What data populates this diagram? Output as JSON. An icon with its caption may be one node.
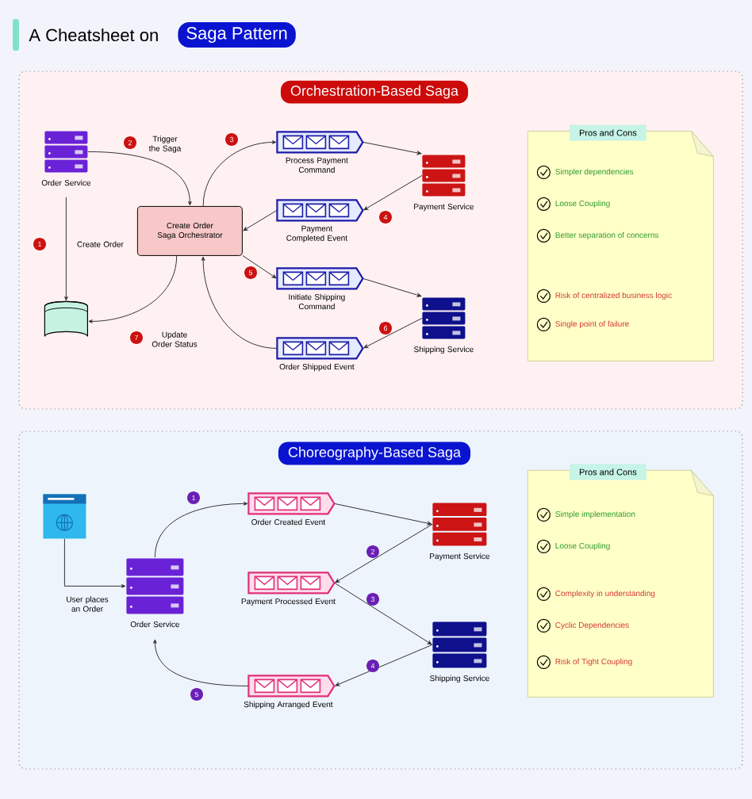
{
  "diagram": {
    "title": "A Cheatsheet on",
    "nodes": [
      {
        "text": [
          "Orchestration-Based Saga"
        ]
      },
      {
        "text": [
          "Order Service"
        ],
        "in": 0
      },
      {
        "text": [],
        "shape": "cylinder",
        "in": 0
      },
      {
        "text": [
          "Create Order Saga Orchestrator"
        ],
        "in": 0
      },
      {
        "text": [
          "Process Payment Command"
        ],
        "in": 0
      },
      {
        "text": [
          "Payment Service"
        ],
        "in": 0
      },
      {
        "text": [
          "Payment Completed Event"
        ],
        "in": 0
      },
      {
        "text": [
          "Initiate Shipping Command"
        ],
        "in": 0
      },
      {
        "text": [
          "Shipping Service"
        ],
        "in": 0
      },
      {
        "text": [
          "Order Shipped Event"
        ],
        "in": 0
      },
      {
        "text": [
          "Pros and Cons",
          "Simpler dependencies",
          "Loose Coupling",
          "Better separation of concerns",
          "Risk of centralized business logic",
          "Single point of failure"
        ],
        "in": 0
      },
      {
        "text": [
          "Choreography-Based Saga"
        ]
      },
      {
        "text": [],
        "shape": "window",
        "in": 11
      },
      {
        "text": [
          "Order Service"
        ],
        "in": 11
      },
      {
        "text": [
          "Order Created Event"
        ],
        "in": 11
      },
      {
        "text": [
          "Payment Service"
        ],
        "in": 11
      },
      {
        "text": [
          "Payment Processed Event"
        ],
        "in": 11
      },
      {
        "text": [
          "Shipping Service"
        ],
        "in": 11
      },
      {
        "text": [
          "Shipping Arranged Event"
        ],
        "in": 11
      },
      {
        "text": [
          "Pros and Cons",
          "Simple implementation",
          "Loose Coupling",
          "Complexity in understanding",
          "Cyclic Dependencies",
          "Risk of Tight Coupling"
        ],
        "in": 11
      }
    ],
    "edges": [
      {
        "from": 1,
        "to": 3,
        "arrow": "to",
        "label": "2"
      },
      {
        "from": 1,
        "to": 2,
        "arrow": "to",
        "label": "1"
      },
      {
        "from": 3,
        "to": 4,
        "arrow": "to",
        "label": "3"
      },
      {
        "from": 4,
        "to": 5,
        "arrow": "to"
      },
      {
        "from": 5,
        "to": 6,
        "arrow": "to",
        "label": "4"
      },
      {
        "from": 6,
        "to": 3,
        "arrow": "to"
      },
      {
        "from": 3,
        "to": 7,
        "arrow": "to",
        "label": "5"
      },
      {
        "from": 7,
        "to": 8,
        "arrow": "to"
      },
      {
        "from": 8,
        "to": 9,
        "arrow": "to",
        "label": "6"
      },
      {
        "from": 9,
        "to": 3,
        "arrow": "to"
      },
      {
        "from": 3,
        "to": 2,
        "arrow": "to",
        "label": "7"
      },
      {
        "from": 12,
        "to": 13,
        "arrow": "to",
        "label": "User places an Order"
      },
      {
        "from": 13,
        "to": 14,
        "arrow": "to",
        "label": "1"
      },
      {
        "from": 14,
        "to": 15,
        "arrow": "to"
      },
      {
        "from": 15,
        "to": 16,
        "arrow": "to",
        "label": "2"
      },
      {
        "from": 16,
        "to": 17,
        "arrow": "to",
        "label": "3"
      },
      {
        "from": 17,
        "to": 18,
        "arrow": "to",
        "label": "4"
      },
      {
        "from": 18,
        "to": 13,
        "arrow": "to",
        "label": "5"
      }
    ],
    "labels": [
      "Saga Pattern",
      "Trigger the Saga",
      "Create Order",
      "Update Order Status"
    ]
  }
}
